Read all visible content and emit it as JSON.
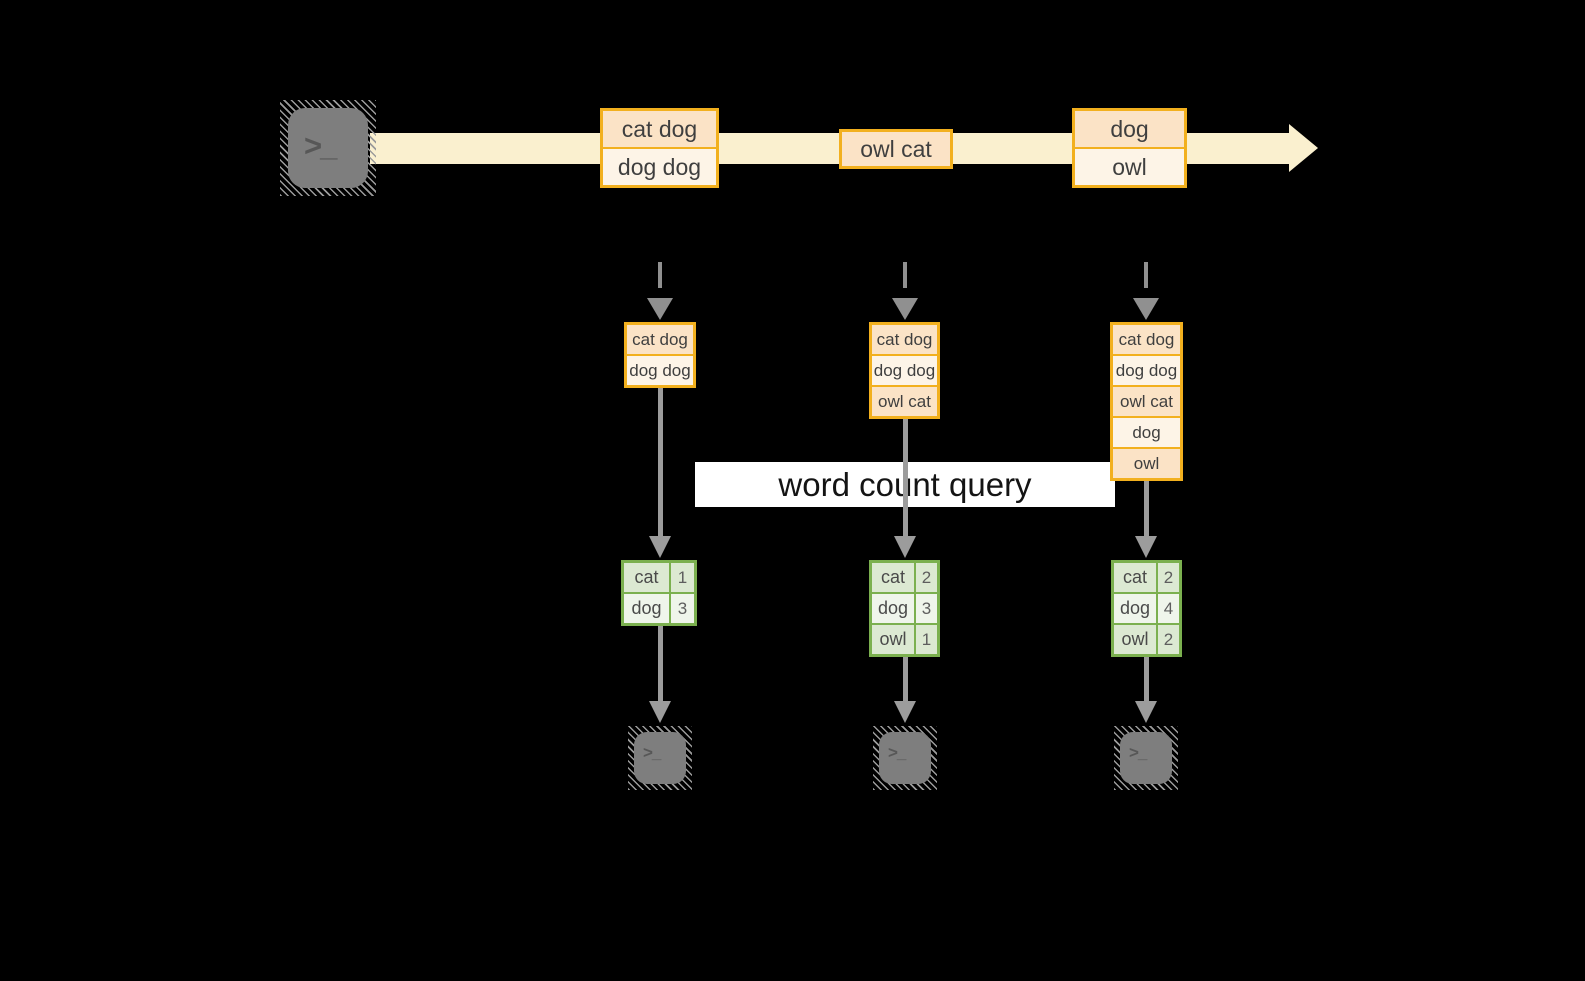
{
  "colors": {
    "background": "#000000",
    "stream_band": "#FAF0CF",
    "orange_border": "#F2B01E",
    "peach_fill": "#FBE3C6",
    "cream_fill": "#FDF4E7",
    "green_border": "#7BB04F",
    "green_fill": "#DCE9D2",
    "green_fill_light": "#EFF5EB",
    "arrow_gray": "#9C9C9C",
    "terminal_gray": "#7E7E7E",
    "query_band": "#FFFFFF"
  },
  "icons": {
    "terminal_glyph": ">_"
  },
  "query": {
    "label": "word count query"
  },
  "stream": {
    "events": [
      {
        "lines": [
          "cat dog",
          "dog dog"
        ]
      },
      {
        "lines": [
          "owl cat"
        ]
      },
      {
        "lines": [
          "dog",
          "owl"
        ]
      }
    ]
  },
  "columns": [
    {
      "buffer": [
        "cat dog",
        "dog dog"
      ],
      "counts": [
        {
          "word": "cat",
          "count": "1"
        },
        {
          "word": "dog",
          "count": "3"
        }
      ]
    },
    {
      "buffer": [
        "cat dog",
        "dog dog",
        "owl cat"
      ],
      "counts": [
        {
          "word": "cat",
          "count": "2"
        },
        {
          "word": "dog",
          "count": "3"
        },
        {
          "word": "owl",
          "count": "1"
        }
      ]
    },
    {
      "buffer": [
        "cat dog",
        "dog dog",
        "owl cat",
        "dog",
        "owl"
      ],
      "counts": [
        {
          "word": "cat",
          "count": "2"
        },
        {
          "word": "dog",
          "count": "4"
        },
        {
          "word": "owl",
          "count": "2"
        }
      ]
    }
  ]
}
